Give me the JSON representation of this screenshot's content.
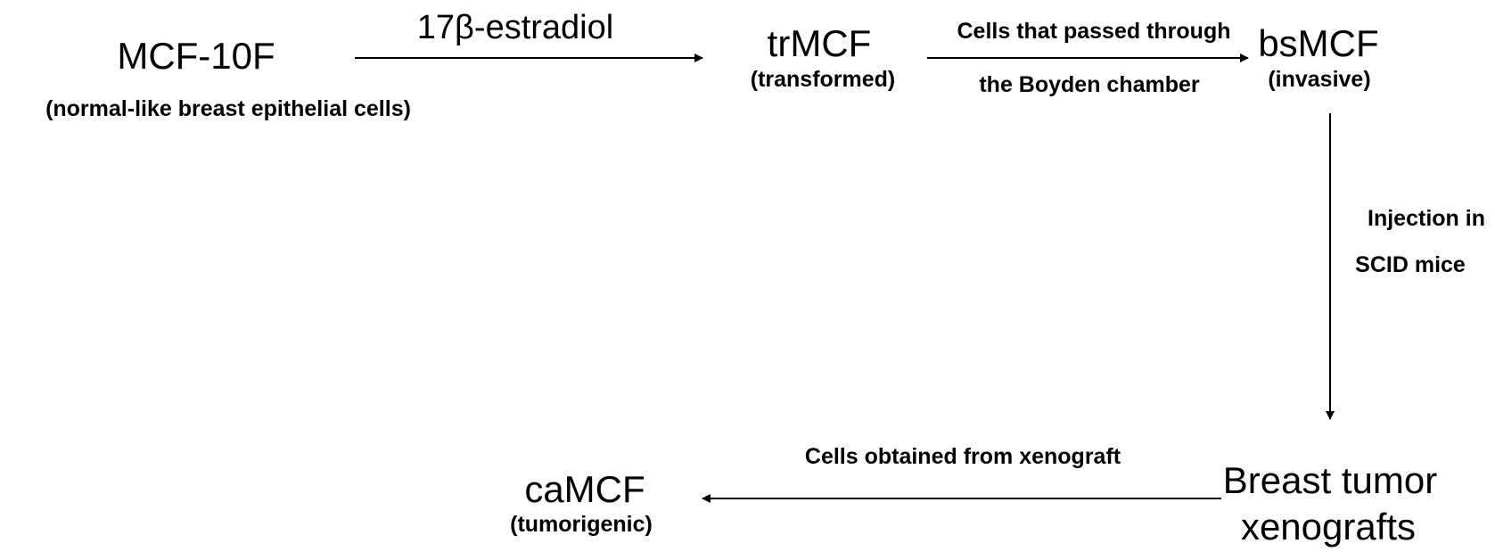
{
  "nodes": {
    "mcf10f": {
      "name": "MCF-10F",
      "desc": "(normal-like breast epithelial cells)"
    },
    "trmcf": {
      "name": "trMCF",
      "desc": "(transformed)"
    },
    "bsmcf": {
      "name": "bsMCF",
      "desc": "(invasive)"
    },
    "xeno": {
      "line1": "Breast tumor",
      "line2": "xenografts"
    },
    "camcf": {
      "name": "caMCF",
      "desc": "(tumorigenic)"
    }
  },
  "edges": {
    "estradiol": {
      "label": "17β-estradiol"
    },
    "boyden": {
      "line1": "Cells that passed through",
      "line2": "the Boyden chamber"
    },
    "injection": {
      "line1": "Injection in",
      "line2": "SCID mice"
    },
    "xenograft_cells": {
      "label": "Cells obtained from xenograft"
    }
  },
  "colors": {
    "ink": "#000000",
    "background": "#ffffff"
  }
}
